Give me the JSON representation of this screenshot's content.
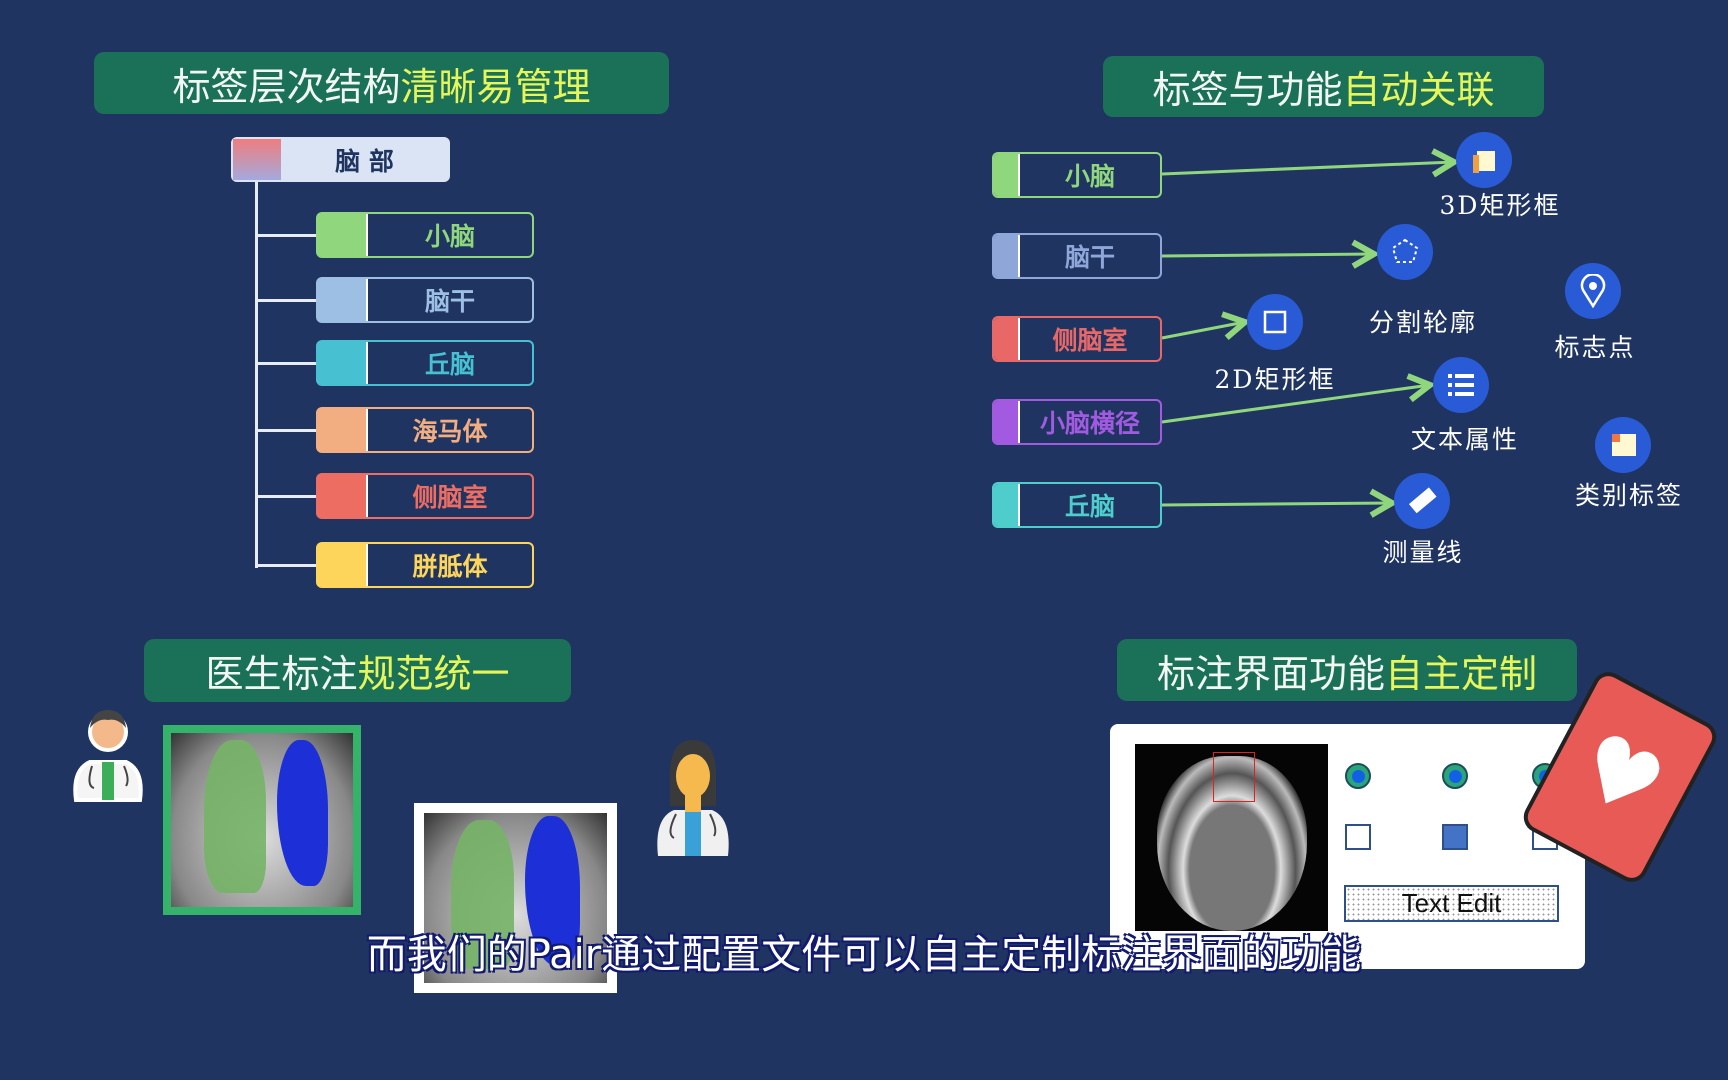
{
  "sections": {
    "hierarchy": {
      "title_plain": "标签层次结构",
      "title_highlight": "清晰易管理",
      "root": {
        "label": "脑 部"
      },
      "children": [
        {
          "label": "小脑",
          "color": "#8fd67c"
        },
        {
          "label": "脑干",
          "color": "#9dbfe3"
        },
        {
          "label": "丘脑",
          "color": "#47c1d1"
        },
        {
          "label": "海马体",
          "color": "#f2ad80"
        },
        {
          "label": "侧脑室",
          "color": "#ee6d62"
        },
        {
          "label": "胼胝体",
          "color": "#fdd55a"
        }
      ]
    },
    "association": {
      "title_plain": "标签与功能",
      "title_highlight": "自动关联",
      "labels": [
        {
          "label": "小脑",
          "color": "#8fd67c"
        },
        {
          "label": "脑干",
          "color": "#8fa7d8"
        },
        {
          "label": "侧脑室",
          "color": "#e86868"
        },
        {
          "label": "小脑横径",
          "color": "#a25be0"
        },
        {
          "label": "丘脑",
          "color": "#4ecdcc"
        }
      ],
      "functions": [
        {
          "label": "3D矩形框",
          "icon": "cube-icon"
        },
        {
          "label": "分割轮廓",
          "icon": "polygon-icon"
        },
        {
          "label": "2D矩形框",
          "icon": "bounding-box-icon"
        },
        {
          "label": "标志点",
          "icon": "map-pin-icon"
        },
        {
          "label": "文本属性",
          "icon": "list-icon"
        },
        {
          "label": "类别标签",
          "icon": "category-icon"
        },
        {
          "label": "测量线",
          "icon": "ruler-icon"
        }
      ]
    },
    "consistency": {
      "title_plain": "医生标注",
      "title_highlight": "规范统一"
    },
    "customization": {
      "title_plain": "标注界面功能",
      "title_highlight": "自主定制",
      "text_edit": "Text Edit"
    }
  },
  "subtitle": "而我们的Pair通过配置文件可以自主定制标注界面的功能",
  "colors": {
    "background": "#1f3461",
    "title_bg": "#1b7158",
    "highlight": "#e6f55a",
    "arrow": "#8fd67c",
    "icon_bg": "#2a5bd7"
  }
}
